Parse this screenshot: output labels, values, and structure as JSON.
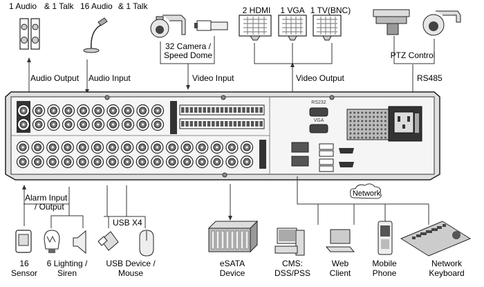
{
  "top": {
    "audio_out_count": "1 Audio",
    "audio_talk_1": "& 1 Talk",
    "audio_in_count": "16 Audio",
    "audio_talk_2": "& 1 Talk",
    "camera_count": "32 Camera /",
    "camera_type": "Speed Dome",
    "hdmi": "2 HDMI",
    "vga": "1 VGA",
    "tv": "1 TV(BNC)",
    "ptz_control": "PTZ Control",
    "audio_output": "Audio  Output",
    "audio_input": "Audio  Input",
    "video_input": "Video Input",
    "video_output": "Video Output",
    "rs485": "RS485"
  },
  "panel": {
    "rs232": "RS232",
    "vga": "VGA"
  },
  "bottom": {
    "alarm_line1": "Alarm Input",
    "alarm_line2": "/ Output",
    "usb_x4": "USB X4",
    "network": "Network",
    "sensor_count": "16",
    "sensor": "Sensor",
    "lighting_line1": "6 Lighting /",
    "lighting_line2": "Siren",
    "usb_line1": "USB Device /",
    "usb_line2": "Mouse",
    "esata_line1": "eSATA",
    "esata_line2": "Device",
    "cms_line1": "CMS:",
    "cms_line2": "DSS/PSS",
    "web_line1": "Web",
    "web_line2": "Client",
    "mobile_line1": "Mobile",
    "mobile_line2": "Phone",
    "keyboard_line1": "Network",
    "keyboard_line2": "Keyboard"
  }
}
